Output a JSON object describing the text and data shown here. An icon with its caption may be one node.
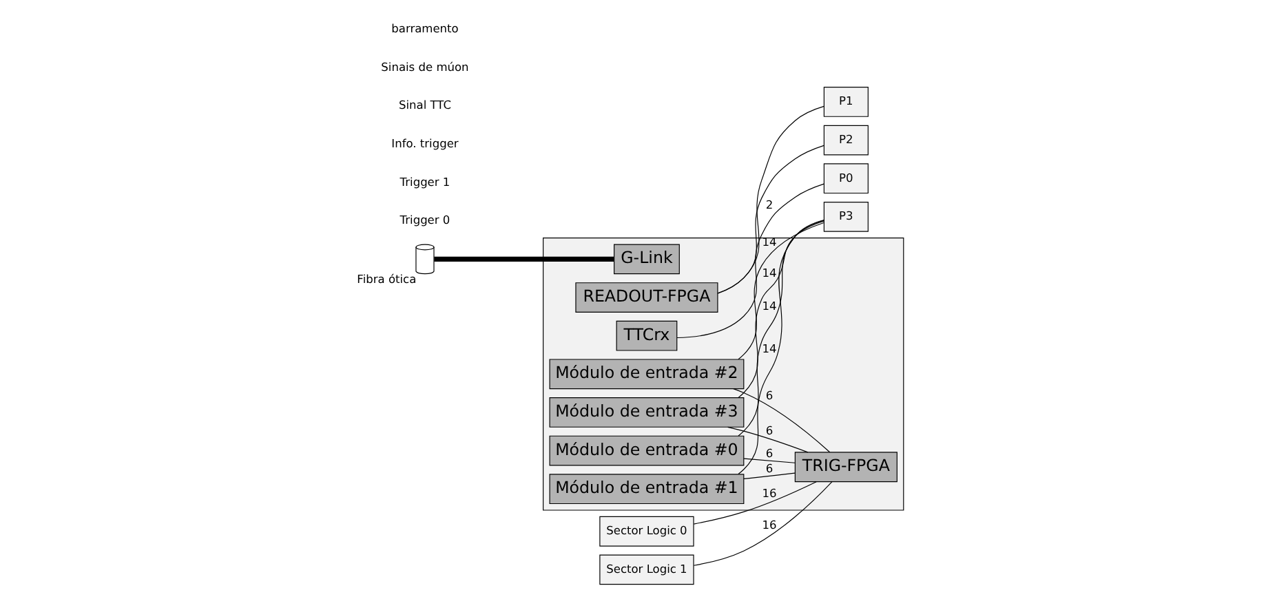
{
  "diagram": {
    "nodes": [
      {
        "text": [],
        "shape": "box"
      },
      {
        "text": [
          "Sector Logic 1"
        ]
      },
      {
        "text": [
          "Sector Logic 0"
        ]
      },
      {
        "text": [],
        "shape": "cylinder",
        "beside": [
          "Fibra ótica"
        ]
      },
      {
        "text": [
          "G-Link"
        ],
        "in": 0
      },
      {
        "text": [
          "Módulo de entrada #0"
        ],
        "in": 0
      },
      {
        "text": [
          "Módulo de entrada #1"
        ],
        "in": 0
      },
      {
        "text": [
          "Módulo de entrada #2"
        ],
        "in": 0
      },
      {
        "text": [
          "Módulo de entrada #3"
        ],
        "in": 0
      },
      {
        "text": [
          "TRIG-FPGA"
        ],
        "in": 0
      },
      {
        "text": [
          "TTCrx"
        ],
        "in": 0
      },
      {
        "text": [
          "READOUT-FPGA"
        ],
        "in": 0
      },
      {
        "text": [
          "P3"
        ]
      },
      {
        "text": [
          "P2"
        ]
      },
      {
        "text": [
          "P0"
        ]
      },
      {
        "text": [
          "P1"
        ]
      }
    ],
    "edges": [
      {
        "from": 1,
        "to": 9,
        "arrow": "none",
        "label": "16"
      },
      {
        "from": 2,
        "to": 9,
        "arrow": "none",
        "label": "16"
      },
      {
        "from": 3,
        "to": 4,
        "arrow": "none",
        "style": "thick"
      },
      {
        "from": 5,
        "to": 9,
        "arrow": "none",
        "label": "6"
      },
      {
        "from": 6,
        "to": 9,
        "arrow": "none",
        "label": "6"
      },
      {
        "from": 7,
        "to": 9,
        "arrow": "none",
        "label": "6"
      },
      {
        "from": 8,
        "to": 9,
        "arrow": "none",
        "label": "6"
      },
      {
        "from": 5,
        "to": 12,
        "arrow": "none",
        "label": "14"
      },
      {
        "from": 6,
        "to": 12,
        "arrow": "none",
        "label": "14"
      },
      {
        "from": 7,
        "to": 12,
        "arrow": "none",
        "label": "14"
      },
      {
        "from": 8,
        "to": 12,
        "arrow": "none",
        "label": "14"
      },
      {
        "from": 10,
        "to": 14,
        "arrow": "none",
        "label": "2"
      },
      {
        "from": 11,
        "to": 13,
        "arrow": "none"
      },
      {
        "from": 11,
        "to": 15,
        "arrow": "none"
      }
    ],
    "labels": [
      "Trigger 0",
      "Trigger 1",
      "Info. trigger",
      "Sinal TTC",
      "Sinais de múon",
      "barramento"
    ]
  }
}
